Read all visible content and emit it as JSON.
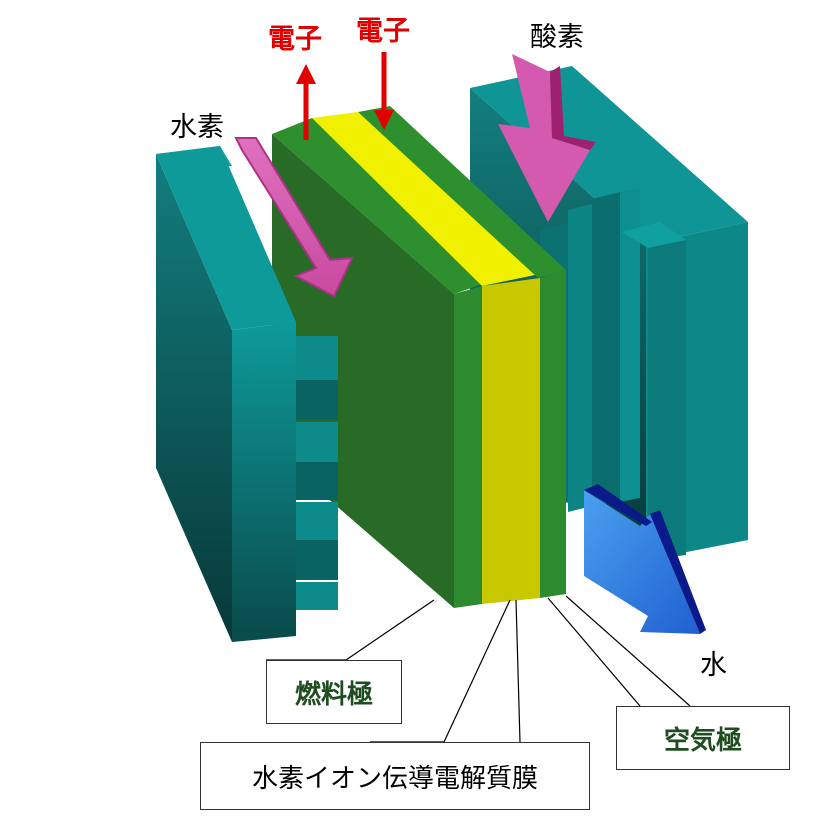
{
  "labels": {
    "electron_left": "電子",
    "electron_right": "電子",
    "hydrogen": "水素",
    "oxygen": "酸素",
    "water": "水",
    "fuel_electrode": "燃料極",
    "membrane": "水素イオン伝導電解質膜",
    "air_electrode": "空気極"
  },
  "colors": {
    "plate_teal": "#0a8c8c",
    "electrode_green": "#2a7a2a",
    "membrane_yellow": "#e8e800",
    "arrow_pink": "#e060b0",
    "arrow_blue": "#2a70e0",
    "electron_red": "#e00000"
  }
}
